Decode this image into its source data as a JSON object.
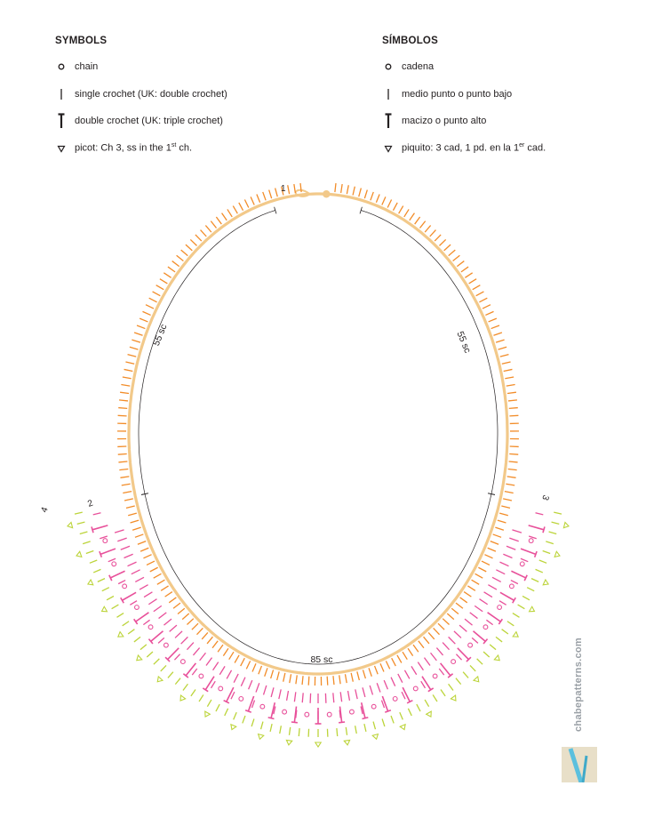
{
  "legend_en": {
    "title": "SYMBOLS",
    "chain": "chain",
    "sc": "single crochet (UK: double crochet)",
    "dc": "double crochet (UK: triple crochet)",
    "picot_prefix": "picot: Ch 3, ss in the 1",
    "picot_sup": "st",
    "picot_suffix": " ch."
  },
  "legend_es": {
    "title": "SÍMBOLOS",
    "chain": "cadena",
    "sc": "medio punto o punto bajo",
    "dc": "macizo o punto alto",
    "picot_prefix": "piquito: 3 cad, 1 pd. en la 1",
    "picot_sup": "er",
    "picot_suffix": " cad."
  },
  "diagram": {
    "row_labels": {
      "r1": "1",
      "r2": "2",
      "r3": "3",
      "r4": "4"
    },
    "stitch_counts": {
      "left": "55 sc",
      "right": "55 sc",
      "bottom": "85 sc"
    }
  },
  "colors": {
    "base_chain": "#f2c98a",
    "row1": "#f28c28",
    "row2": "#e8509a",
    "row3": "#e8509a",
    "row4": "#bcd43a",
    "guide": "#231f20"
  },
  "watermark": "chabepatterns.com"
}
